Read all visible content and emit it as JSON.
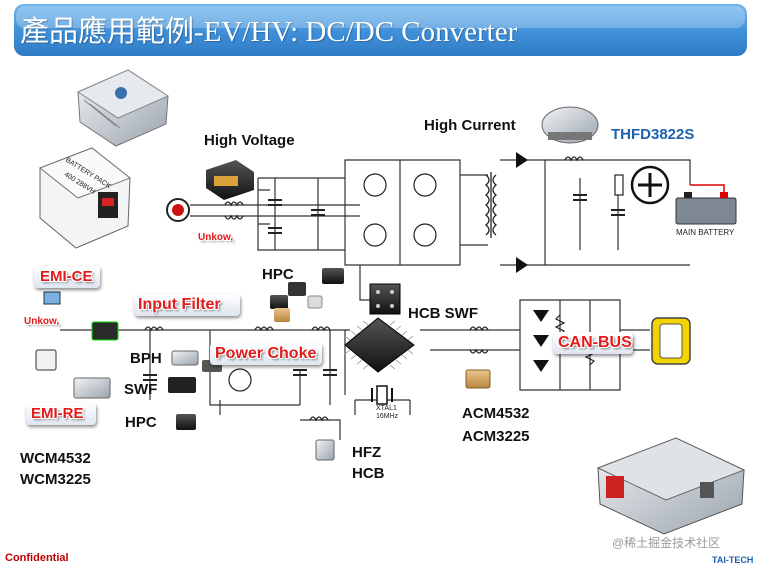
{
  "slide": {
    "title": "產品應用範例-EV/HV: DC/DC Converter",
    "footer_left": "Confidential",
    "footer_watermark": "@稀土掘金技术社区",
    "footer_logo": "TAI-TECH"
  },
  "colors": {
    "banner_top": "#6fb6ee",
    "banner_bottom": "#2f7cc6",
    "tag_red": "#e11b1b",
    "accent_blue": "#1b63b0",
    "wire": "#333333"
  },
  "labels": {
    "high_voltage": "High Voltage",
    "high_current": "High Current",
    "thfd": "THFD3822S",
    "hcb_swf": "HCB SWF",
    "hpc_top": "HPC",
    "bph": "BPH",
    "swf": "SWF",
    "hpc_bottom": "HPC",
    "wcm_1": "WCM4532",
    "wcm_2": "WCM3225",
    "hfz": "HFZ",
    "hcb": "HCB",
    "acm_1": "ACM4532",
    "acm_2": "ACM3225",
    "main_battery": "MAIN BATTERY",
    "battery_pack_1": "BATTERY PACK",
    "battery_pack_2": "400 288VH",
    "xtal_1": "XTAL1",
    "xtal_2": "16MHz",
    "unknown_1": "Unkow,",
    "unknown_2": "Unkow,"
  },
  "tags": {
    "emi_ce": "EMI-CE",
    "emi_re": "EMI-RE",
    "input_filter": "Input Filter",
    "power_choke": "Power Choke",
    "can_bus": "CAN-BUS"
  }
}
